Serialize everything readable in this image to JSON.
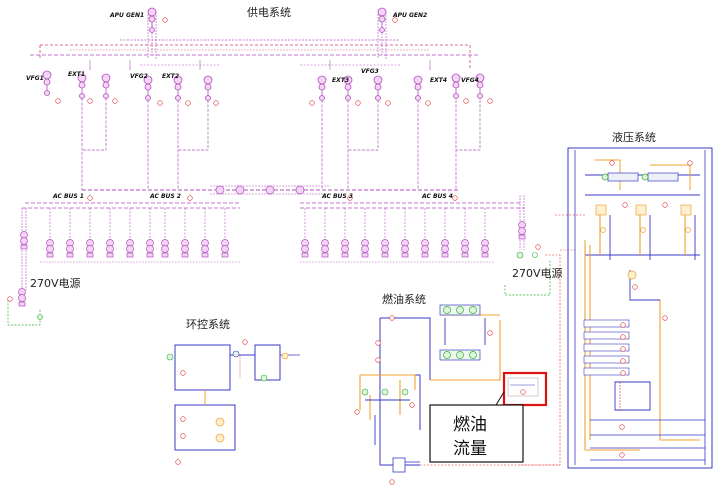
{
  "titles": {
    "power": "供电系统",
    "hydraulic": "液压系统",
    "fuel": "燃油系统",
    "ecs": "环控系统",
    "dc_left": "270V电源",
    "dc_right": "270V电源"
  },
  "apu": {
    "left": "APU GEN1",
    "right": "APU GEN2"
  },
  "generators": {
    "vfg1": "VFG1",
    "ext1": "EXT1",
    "vfg2": "VFG2",
    "ext2": "EXT2",
    "ext3": "EXT3",
    "vfg3": "VFG3",
    "ext4": "EXT4",
    "vfg4": "VFG4"
  },
  "buses": {
    "bus1": "AC BUS 1",
    "bus2": "AC BUS 2",
    "bus3": "AC BUS 3",
    "bus4": "AC BUS 4"
  },
  "callout": {
    "line1": "燃油",
    "line2": "流量"
  },
  "colors": {
    "power": "#b04fc0",
    "power_dash": "#d04070",
    "hydraulic_blue": "#3a3ac8",
    "hydraulic_orange": "#f0a030",
    "signal_red": "#e03030",
    "signal_green": "#30b030",
    "highlight": "#dd1111"
  }
}
